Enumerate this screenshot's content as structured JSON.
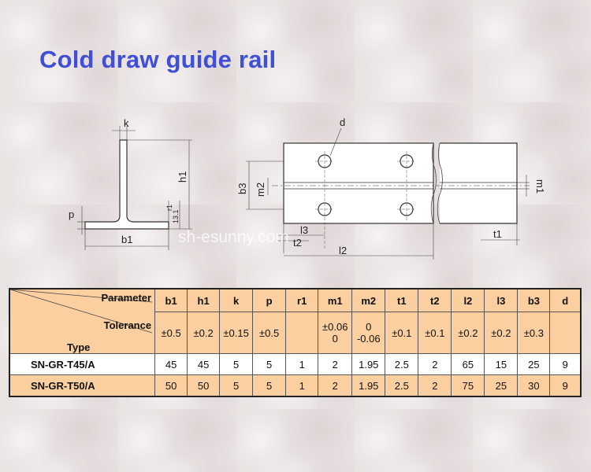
{
  "title": "Cold draw guide rail",
  "watermark": "sh-esunny.com",
  "drawing_labels": {
    "k": "k",
    "h1": "h1",
    "p": "p",
    "b1": "b1",
    "r1_value": "r1",
    "r1_dim": "13.1",
    "d": "d",
    "b3": "b3",
    "m2": "m2",
    "m1": "m1",
    "l3": "l3",
    "t2": "t2",
    "l2": "l2",
    "t1": "t1"
  },
  "table": {
    "corner": {
      "parameter": "Parameter",
      "tolerance": "Tolerance",
      "type": "Type"
    },
    "headers": [
      "b1",
      "h1",
      "k",
      "p",
      "r1",
      "m1",
      "m2",
      "t1",
      "t2",
      "l2",
      "l3",
      "b3",
      "d"
    ],
    "tolerances": [
      [
        "±0.5"
      ],
      [
        "±0.2"
      ],
      [
        "±0.15"
      ],
      [
        "±0.5"
      ],
      [
        ""
      ],
      [
        "±0.06",
        "0"
      ],
      [
        "0",
        "-0.06"
      ],
      [
        "±0.1"
      ],
      [
        "±0.1"
      ],
      [
        "±0.2"
      ],
      [
        "±0.2"
      ],
      [
        "±0.3"
      ],
      [
        ""
      ]
    ],
    "rows": [
      {
        "type": "SN-GR-T45/A",
        "values": [
          "45",
          "45",
          "5",
          "5",
          "1",
          "2",
          "1.95",
          "2.5",
          "2",
          "65",
          "15",
          "25",
          "9"
        ]
      },
      {
        "type": "SN-GR-T50/A",
        "values": [
          "50",
          "50",
          "5",
          "5",
          "1",
          "2",
          "1.95",
          "2.5",
          "2",
          "75",
          "25",
          "30",
          "9"
        ]
      }
    ]
  }
}
